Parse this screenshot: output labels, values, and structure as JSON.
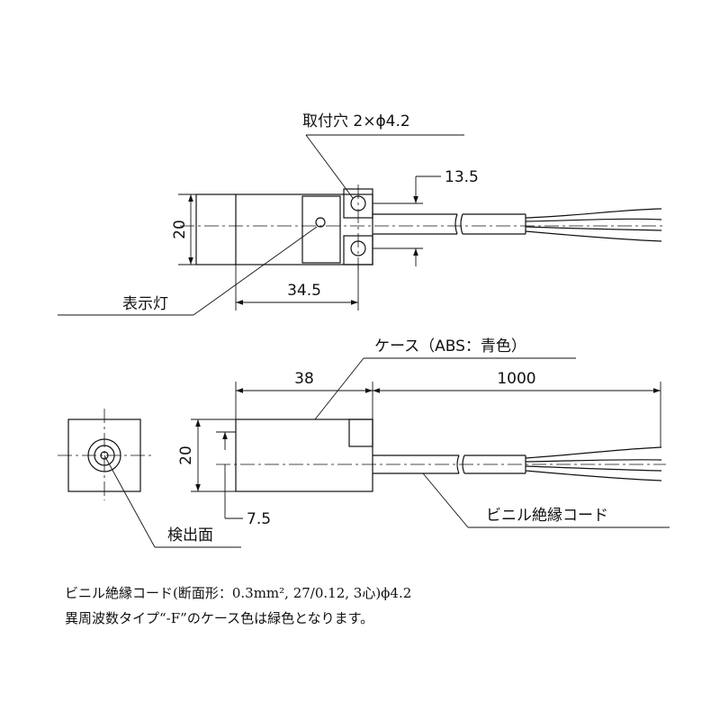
{
  "top_view": {
    "mounting_hole_label": "取付穴 2×ϕ4.2",
    "dim_13_5": "13.5",
    "dim_20": "20",
    "dim_34_5": "34.5",
    "indicator_label": "表示灯"
  },
  "side_view": {
    "case_label": "ケース（ABS：青色）",
    "dim_38": "38",
    "dim_1000": "1000",
    "dim_20": "20",
    "dim_7_5": "7.5",
    "cord_label": "ビニル絶縁コード",
    "detect_face_label": "検出面"
  },
  "notes": {
    "line1": "ビニル絶縁コード(断面形：0.3mm², 27/0.12, 3心)ϕ4.2",
    "line2": "異周波数タイプ“-F”のケース色は緑色となります。"
  }
}
